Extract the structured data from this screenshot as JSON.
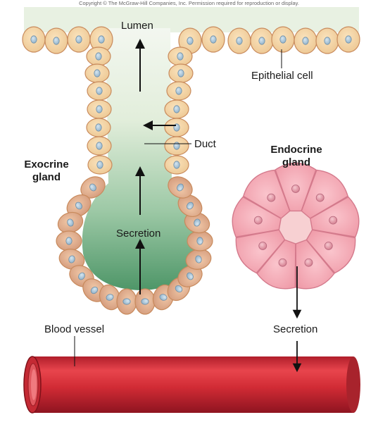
{
  "copyright": "Copyright © The McGraw-Hill Companies, Inc. Permission required for reproduction or display.",
  "labels": {
    "lumen": "Lumen",
    "epithelial_cell": "Epithelial cell",
    "duct": "Duct",
    "exocrine_line1": "Exocrine",
    "exocrine_line2": "gland",
    "endocrine_line1": "Endocrine",
    "endocrine_line2": "gland",
    "secretion_exocrine": "Secretion",
    "secretion_endocrine": "Secretion",
    "blood_vessel": "Blood vessel"
  },
  "colors": {
    "exocrine_cell_top": "#f4d3a4",
    "exocrine_cell_bottom": "#dca98a",
    "cell_outline": "#c88a5c",
    "nucleus": "#a9c4d8",
    "lumen_light": "#f1f6ee",
    "lumen_dark": "#4f9a6d",
    "endocrine_cell": "#f2a4b0",
    "endocrine_outline": "#d47a8c",
    "vessel": "#cf2b35"
  }
}
